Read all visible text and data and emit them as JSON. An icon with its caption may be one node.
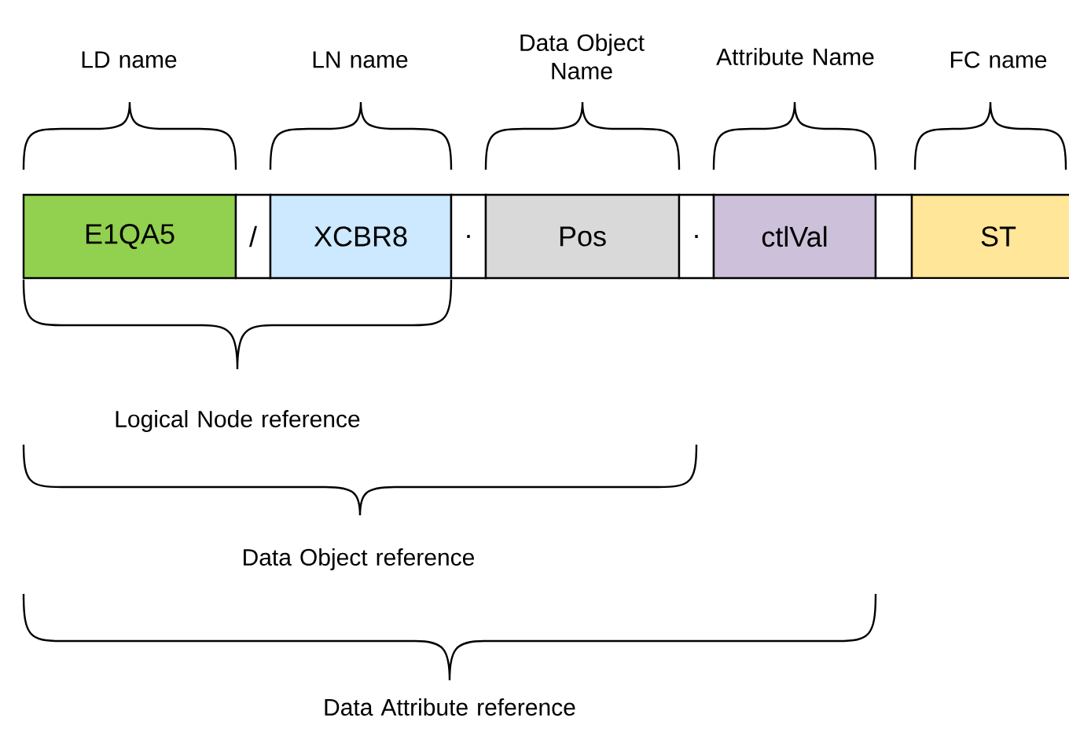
{
  "diagram": {
    "nodes": [
      {
        "text": [
          "E1QA5"
        ]
      },
      {
        "text": [
          "/"
        ]
      },
      {
        "text": [
          "XCBR8"
        ]
      },
      {
        "text": [
          "."
        ]
      },
      {
        "text": [
          "Pos"
        ]
      },
      {
        "text": [
          "."
        ]
      },
      {
        "text": [
          "ctlVal"
        ]
      },
      {
        "text": [],
        "shape": "box"
      },
      {
        "text": [
          "ST"
        ]
      }
    ],
    "edges": [],
    "labels": [
      "LD name",
      "LN name",
      "Data Object Name",
      "Attribute Name",
      "FC name",
      "Logical Node reference",
      "Data Object reference",
      "Data Attribute reference"
    ]
  }
}
